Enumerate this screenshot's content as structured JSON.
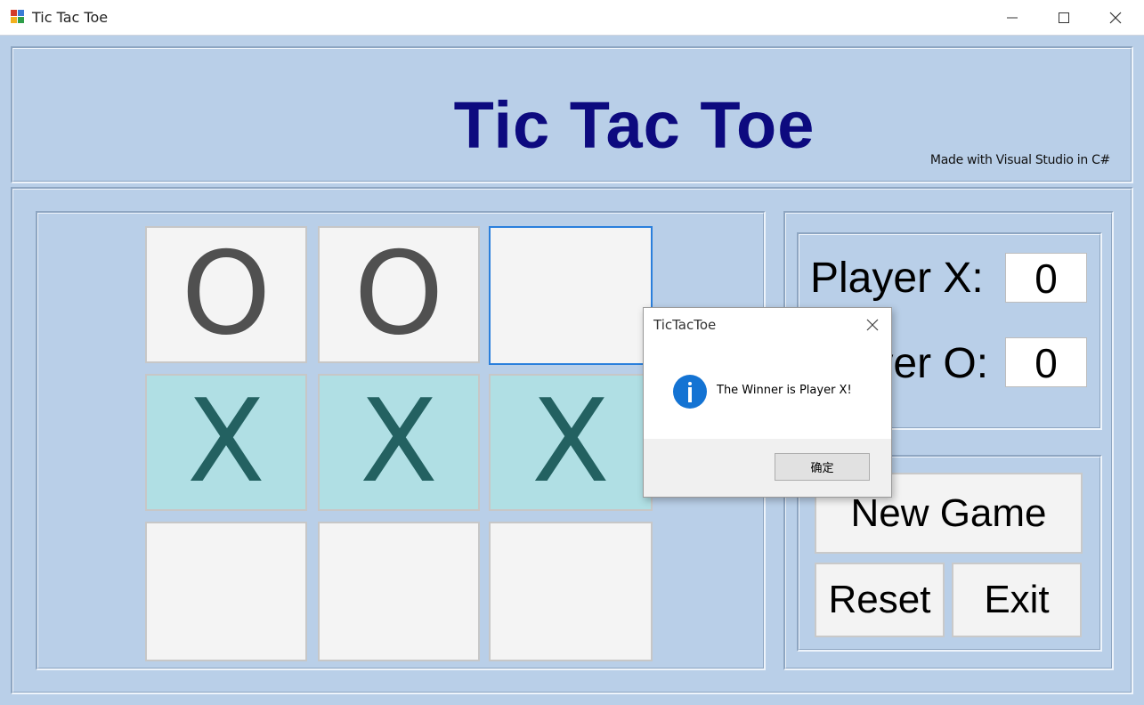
{
  "window": {
    "title": "Tic Tac Toe"
  },
  "header": {
    "title": "Tic Tac Toe",
    "credit": "Made with Visual Studio in C#"
  },
  "board": {
    "cells": [
      "O",
      "O",
      "",
      "X",
      "X",
      "X",
      "",
      "",
      ""
    ],
    "winning_row": 1
  },
  "scores": {
    "player_x_label": "Player X:",
    "player_x_value": "0",
    "player_o_label": "Player O:",
    "player_o_value": "0"
  },
  "buttons": {
    "new_game": "New Game",
    "reset": "Reset",
    "exit": "Exit"
  },
  "dialog": {
    "title": "TicTacToe",
    "message": "The Winner is Player X!",
    "ok_label": "确定"
  },
  "colors": {
    "background": "#b9cfe8",
    "heading": "#0d0a7f",
    "cell": "#f4f4f4",
    "winning_cell": "#b0dfe4",
    "winning_mark": "#236161",
    "info_icon": "#1473d3"
  }
}
